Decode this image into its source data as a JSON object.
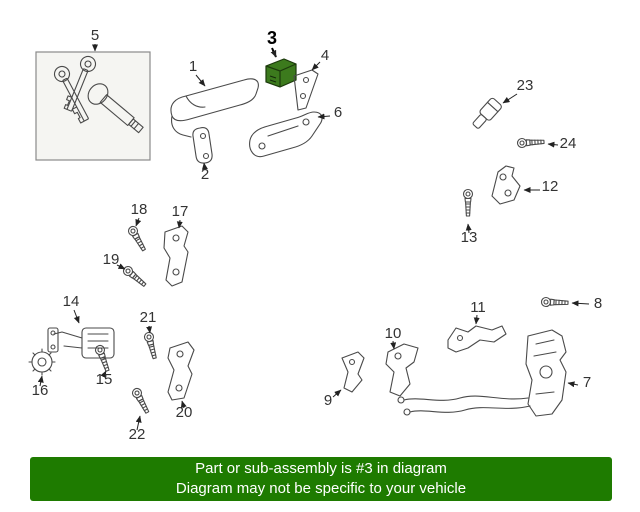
{
  "diagram": {
    "callouts": [
      {
        "id": 1,
        "label": "1"
      },
      {
        "id": 2,
        "label": "2"
      },
      {
        "id": 3,
        "label": "3"
      },
      {
        "id": 4,
        "label": "4"
      },
      {
        "id": 5,
        "label": "5"
      },
      {
        "id": 6,
        "label": "6"
      },
      {
        "id": 7,
        "label": "7"
      },
      {
        "id": 8,
        "label": "8"
      },
      {
        "id": 9,
        "label": "9"
      },
      {
        "id": 10,
        "label": "10"
      },
      {
        "id": 11,
        "label": "11"
      },
      {
        "id": 12,
        "label": "12"
      },
      {
        "id": 13,
        "label": "13"
      },
      {
        "id": 14,
        "label": "14"
      },
      {
        "id": 15,
        "label": "15"
      },
      {
        "id": 16,
        "label": "16"
      },
      {
        "id": 17,
        "label": "17"
      },
      {
        "id": 18,
        "label": "18"
      },
      {
        "id": 19,
        "label": "19"
      },
      {
        "id": 20,
        "label": "20"
      },
      {
        "id": 21,
        "label": "21"
      },
      {
        "id": 22,
        "label": "22"
      },
      {
        "id": 23,
        "label": "23"
      },
      {
        "id": 24,
        "label": "24"
      }
    ],
    "highlighted_part_label": "3",
    "highlight_color": "#3c7a1d"
  },
  "banner": {
    "line1": "Part or sub-assembly is #3 in diagram",
    "line2": "Diagram may not be specific to your vehicle",
    "background_color": "#1e7b00",
    "text_color": "#ffffff"
  }
}
